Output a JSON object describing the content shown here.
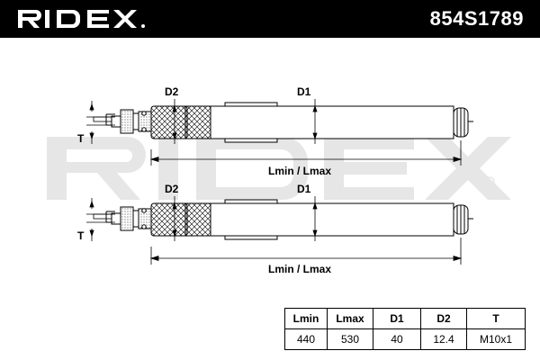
{
  "header": {
    "brand": "RIDEX",
    "part_number": "854S1789"
  },
  "drawing": {
    "shocks": [
      {
        "label_d2": "D2",
        "label_d1": "D1",
        "label_t": "T",
        "label_length": "Lmin / Lmax"
      },
      {
        "label_d2": "D2",
        "label_d1": "D1",
        "label_t": "T",
        "label_length": "Lmin / Lmax"
      }
    ],
    "watermark": "RIDEX"
  },
  "specs": {
    "headers": [
      "Lmin",
      "Lmax",
      "D1",
      "D2",
      "T"
    ],
    "values": [
      "440",
      "530",
      "40",
      "12.4",
      "M10x1"
    ]
  },
  "colors": {
    "header_bg": "#000000",
    "header_text": "#ffffff",
    "line": "#000000",
    "watermark": "#e6e6e6"
  }
}
